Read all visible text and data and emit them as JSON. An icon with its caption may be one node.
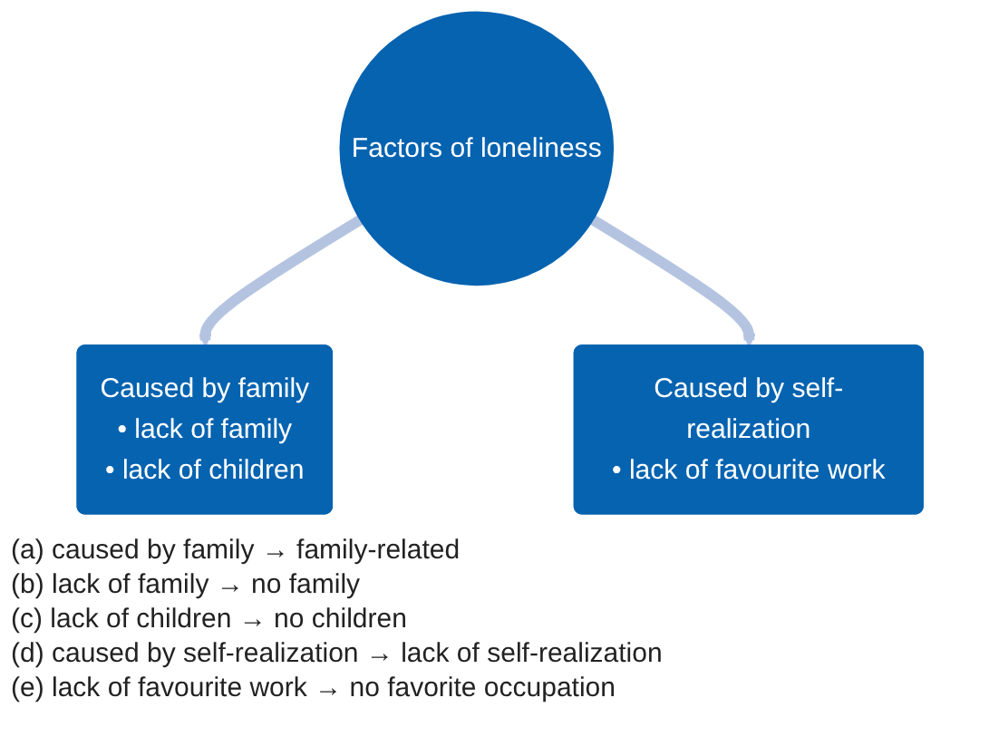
{
  "diagram": {
    "nodes": [
      {
        "text": [
          "Factors of loneliness"
        ]
      },
      {
        "text": [
          "Caused by family",
          "• lack of family",
          "• lack of children"
        ]
      },
      {
        "text": [
          "Caused by self-realization",
          "• lack of favourite work"
        ]
      }
    ],
    "edges": [
      {
        "from": 0,
        "to": 1,
        "arrow": "to"
      },
      {
        "from": 0,
        "to": 2,
        "arrow": "to"
      }
    ],
    "labels": [
      "(a) caused by family → family-related",
      "(b) lack of family → no family",
      "(c) lack of children → no children",
      "(d) caused by self-realization → lack of self-realization",
      "(e) lack of favourite work → no favorite occupation"
    ]
  }
}
